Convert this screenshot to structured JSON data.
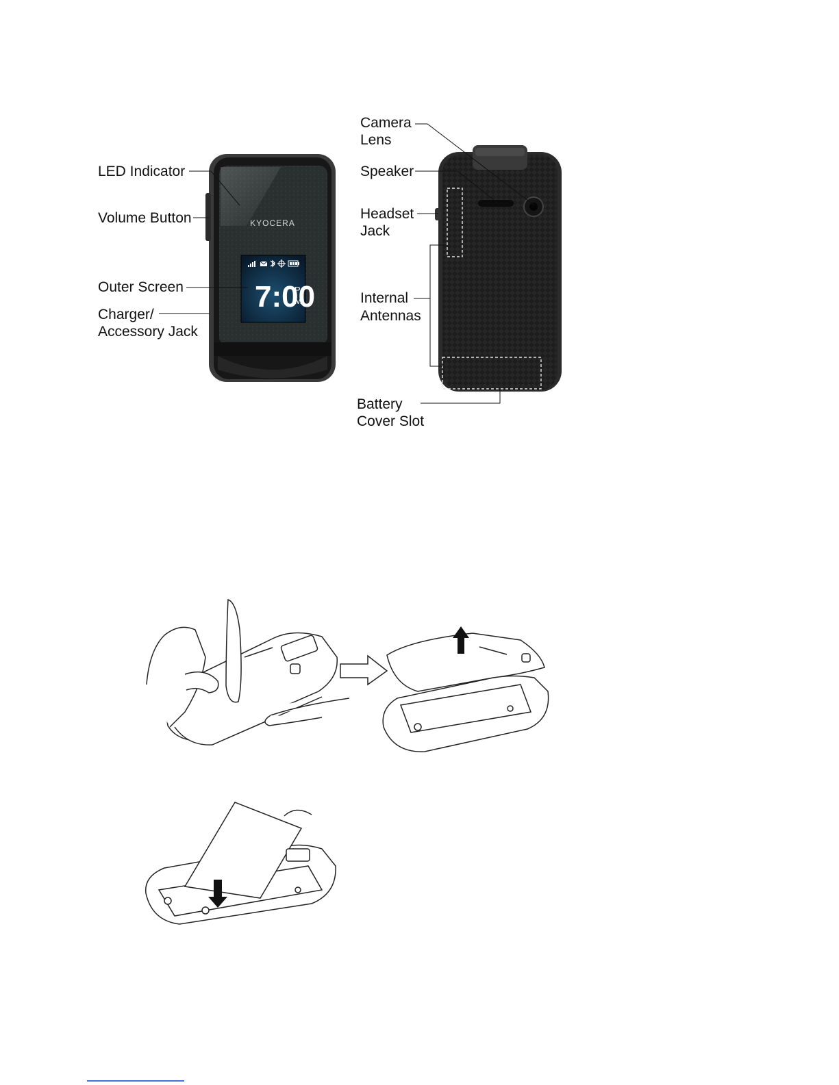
{
  "front_view": {
    "labels": {
      "led_indicator": "LED Indicator",
      "volume_button": "Volume Button",
      "outer_screen": "Outer Screen",
      "charger_line1": "Charger/",
      "charger_line2": "Accessory Jack"
    },
    "brand": "KYOCERA",
    "clock": {
      "time": "7:00",
      "ampm_p": "P",
      "ampm_m": "M"
    },
    "status_icons": [
      "signal-icon",
      "message-icon",
      "bluetooth-icon",
      "gps-icon",
      "battery-icon"
    ]
  },
  "back_view": {
    "labels": {
      "camera_line1": "Camera",
      "camera_line2": "Lens",
      "speaker": "Speaker",
      "headset_line1": "Headset",
      "headset_line2": "Jack",
      "antennas_line1": "Internal",
      "antennas_line2": "Antennas",
      "battery_line1": "Battery",
      "battery_line2": "Cover Slot"
    }
  },
  "colors": {
    "phone_body": "#1b1b1b",
    "phone_edge": "#3a3a3a",
    "screen_bg": "#0e2a3f",
    "footer_link": "#4a6fd6"
  }
}
